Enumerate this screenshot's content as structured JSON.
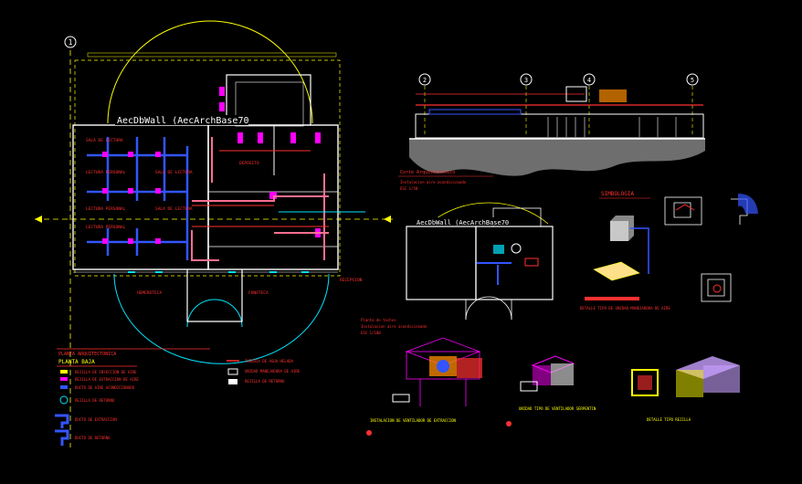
{
  "drawing": {
    "wall_label": "AecDbWall (AecArchBase70",
    "wall_label_small": "AecDbWall (AecArchBase70",
    "grid_markers": [
      "1",
      "2",
      "3",
      "4",
      "5"
    ],
    "rooms": [
      "SALA DE LECTURA",
      "LECTURA PERSONAL",
      "SALA DE LECTURA",
      "LECTURA PERSONAL",
      "SALA DE LECTURA",
      "LECTURA PERSONAL",
      "HEMEROTECA",
      "FONOTECA",
      "RECEPCION",
      "DEPOSITO"
    ],
    "section_title": "Corte Arquitectonico",
    "section_subtitle": "Instalacion aire acondicionado",
    "section_scale": "ESC 1/50",
    "plan_title": "Planta de techos",
    "plan_subtitle": "Instalacion aire acondicionado",
    "plan_scale": "ESC 1/100",
    "simbologia": "SIMBOLOGIA",
    "legend_title": "PLANTA ARQUITECTONICA",
    "legend_subtitle": "PLANTA BAJA",
    "legend_items": [
      "REJILLA DE INYECCION DE AIRE",
      "REJILLA DE EXTRACCION DE AIRE",
      "DUCTO DE AIRE ACONDICIONADO",
      "REJILLA DE RETORNO",
      "DUCTO DE EXTRACCION",
      "DUCTO DE RETORNO"
    ],
    "legend_items_right": [
      "TUBERIA DE AGUA HELADA",
      "UNIDAD MANEJADORA DE AIRE",
      "REJILLA DE RETORNO"
    ],
    "detail_labels": [
      "INSTALACION DE VENTILADOR DE EXTRACCION",
      "UNIDAD TIPO DE VENTILADOR SERPENTIN",
      "DETALLE TIPO REJILLA",
      "DETALLE TIPO DE UNIDAD MANEJADORA DE AIRE"
    ],
    "colors": {
      "background": "#000000",
      "wall": "#ffffff",
      "grid": "#ffff00",
      "duct": "#3355ff",
      "label": "#ff3030",
      "hatch": "#c8c8c8",
      "cyan": "#00e5ff",
      "magenta": "#ff00ff",
      "orange": "#ff8c00"
    }
  }
}
